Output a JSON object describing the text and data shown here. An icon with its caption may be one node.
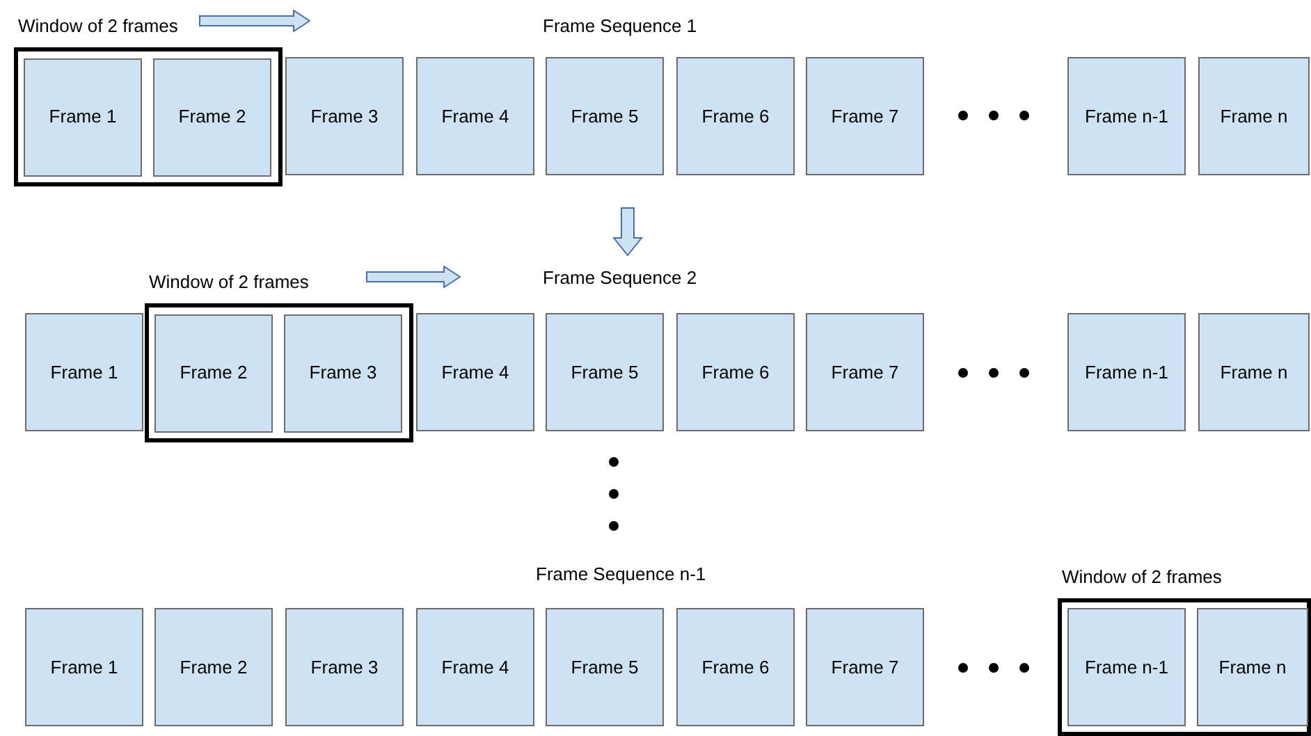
{
  "diagram": {
    "nodes": [
      {
        "text": [
          "Window of 2 frames"
        ]
      },
      {
        "text": [
          "Frame 1"
        ],
        "in": 0
      },
      {
        "text": [
          "Frame 2"
        ],
        "in": 0
      },
      {
        "text": [
          "Frame 3"
        ]
      },
      {
        "text": [
          "Frame 4"
        ]
      },
      {
        "text": [
          "Frame 5"
        ]
      },
      {
        "text": [
          "Frame 6"
        ]
      },
      {
        "text": [
          "Frame 7"
        ]
      },
      {
        "text": [
          "Frame n-1"
        ]
      },
      {
        "text": [
          "Frame n"
        ]
      },
      {
        "text": [
          "Frame 1"
        ]
      },
      {
        "text": [
          "Window of 2 frames"
        ]
      },
      {
        "text": [
          "Frame 2"
        ],
        "in": 11
      },
      {
        "text": [
          "Frame 3"
        ],
        "in": 11
      },
      {
        "text": [
          "Frame 4"
        ]
      },
      {
        "text": [
          "Frame 5"
        ]
      },
      {
        "text": [
          "Frame 6"
        ]
      },
      {
        "text": [
          "Frame 7"
        ]
      },
      {
        "text": [
          "Frame n-1"
        ]
      },
      {
        "text": [
          "Frame n"
        ]
      },
      {
        "text": [
          "Frame 1"
        ]
      },
      {
        "text": [
          "Frame 2"
        ]
      },
      {
        "text": [
          "Frame 3"
        ]
      },
      {
        "text": [
          "Frame 4"
        ]
      },
      {
        "text": [
          "Frame 5"
        ]
      },
      {
        "text": [
          "Frame 6"
        ]
      },
      {
        "text": [
          "Frame 7"
        ]
      },
      {
        "text": [
          "Window of 2 frames"
        ]
      },
      {
        "text": [
          "Frame n-1"
        ],
        "in": 27
      },
      {
        "text": [
          "Frame n"
        ],
        "in": 27
      }
    ],
    "edges": [
      {
        "from": 0,
        "to": null,
        "arrow": "to"
      },
      {
        "from": 11,
        "to": null,
        "arrow": "to"
      }
    ],
    "labels": [
      "Frame Sequence 1",
      "Frame Sequence 2",
      "Frame Sequence n-1"
    ]
  }
}
